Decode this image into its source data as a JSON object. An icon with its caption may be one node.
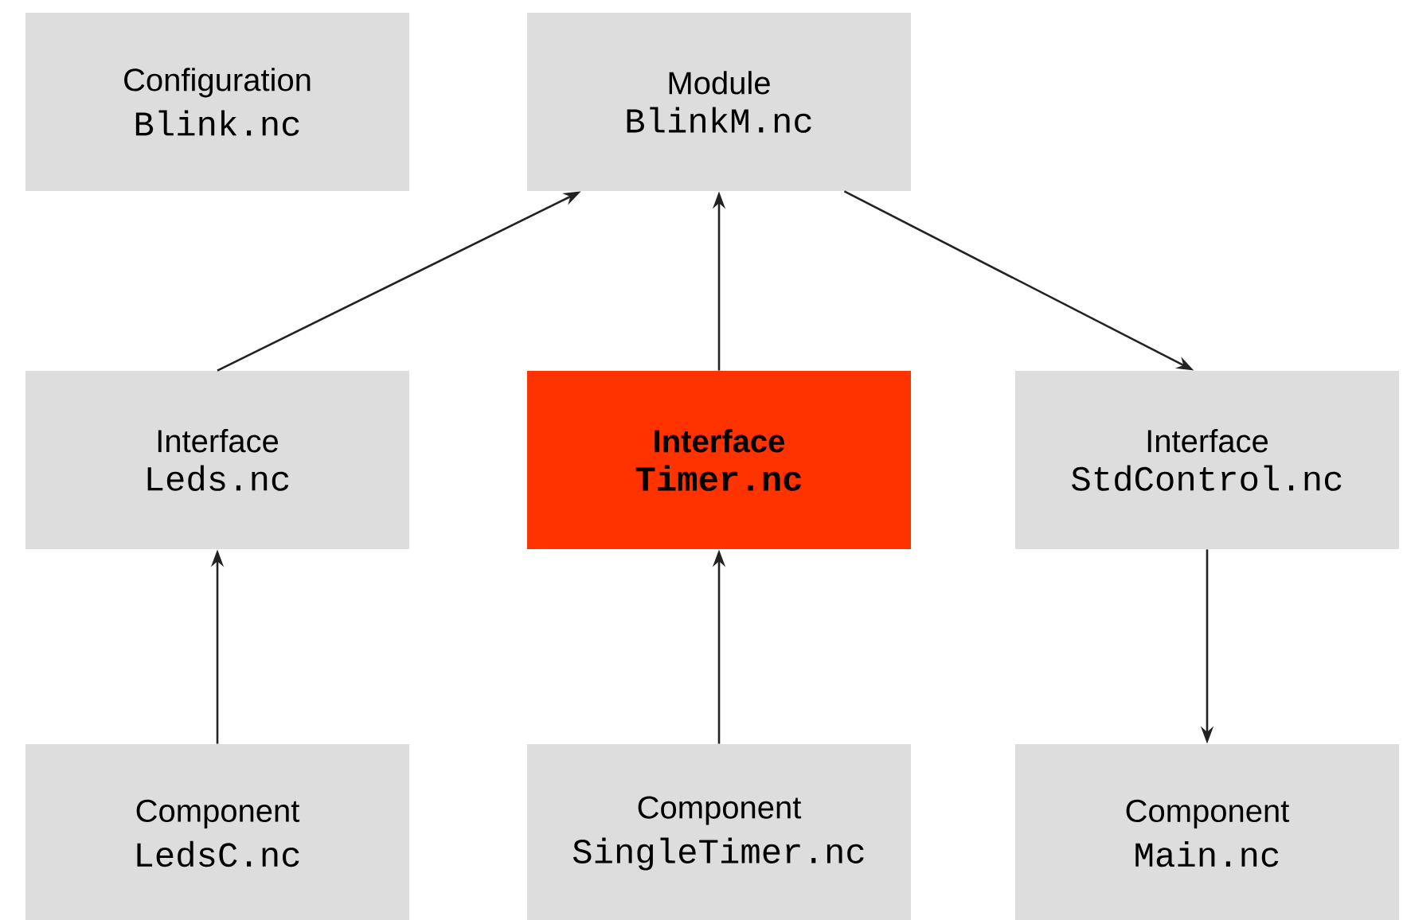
{
  "diagram": {
    "nodes": [
      {
        "text": [
          "Configuration",
          "Blink.nc"
        ]
      },
      {
        "text": [
          "Module",
          "BlinkM.nc"
        ]
      },
      {
        "text": [
          "Interface",
          "Leds.nc"
        ]
      },
      {
        "text": [
          "Interface",
          "Timer.nc"
        ]
      },
      {
        "text": [
          "Interface",
          "StdControl.nc"
        ]
      },
      {
        "text": [
          "Component",
          "LedsC.nc"
        ]
      },
      {
        "text": [
          "Component",
          "SingleTimer.nc"
        ]
      },
      {
        "text": [
          "Component",
          "Main.nc"
        ]
      }
    ],
    "edges": [
      {
        "from": 2,
        "to": 1,
        "arrow": "to"
      },
      {
        "from": 3,
        "to": 1,
        "arrow": "to"
      },
      {
        "from": 1,
        "to": 4,
        "arrow": "to"
      },
      {
        "from": 5,
        "to": 2,
        "arrow": "to"
      },
      {
        "from": 6,
        "to": 3,
        "arrow": "to"
      },
      {
        "from": 4,
        "to": 7,
        "arrow": "to"
      }
    ]
  }
}
